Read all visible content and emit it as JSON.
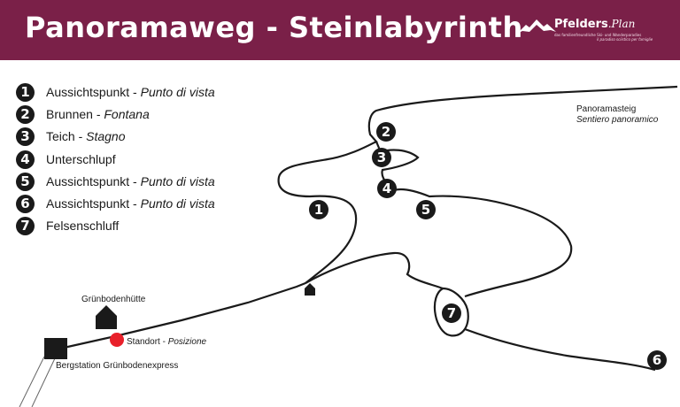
{
  "header": {
    "title": "Panoramaweg - Steinlabyrinth",
    "logo_name": "Pfelders",
    "logo_plan": ".Plan",
    "logo_tagline_de": "das familienfreundliche Ski- und Wanderparadies",
    "logo_tagline_it": "il paradiso sciistico per famiglie",
    "colors": {
      "header_bg": "#7a2048",
      "marker": "#1a1a1a",
      "position": "#e8202a"
    }
  },
  "legend": [
    {
      "number": "1",
      "de": "Aussichtspunkt - ",
      "it": "Punto di vista"
    },
    {
      "number": "2",
      "de": "Brunnen - ",
      "it": "Fontana"
    },
    {
      "number": "3",
      "de": "Teich - ",
      "it": "Stagno"
    },
    {
      "number": "4",
      "de": "Unterschlupf",
      "it": ""
    },
    {
      "number": "5",
      "de": "Aussichtspunkt - ",
      "it": "Punto di vista"
    },
    {
      "number": "6",
      "de": "Aussichtspunkt - ",
      "it": "Punto di vista"
    },
    {
      "number": "7",
      "de": "Felsenschluff",
      "it": ""
    }
  ],
  "map": {
    "markers": [
      "1",
      "2",
      "3",
      "4",
      "5",
      "6",
      "7"
    ],
    "labels": {
      "panoramasteig": "Panoramasteig",
      "sentiero": "Sentiero panoramico",
      "hut": "Grünbodenhütte",
      "standort": "Standort - ",
      "posizione": "Posizione",
      "station": "Bergstation Grünbodenexpress"
    }
  }
}
